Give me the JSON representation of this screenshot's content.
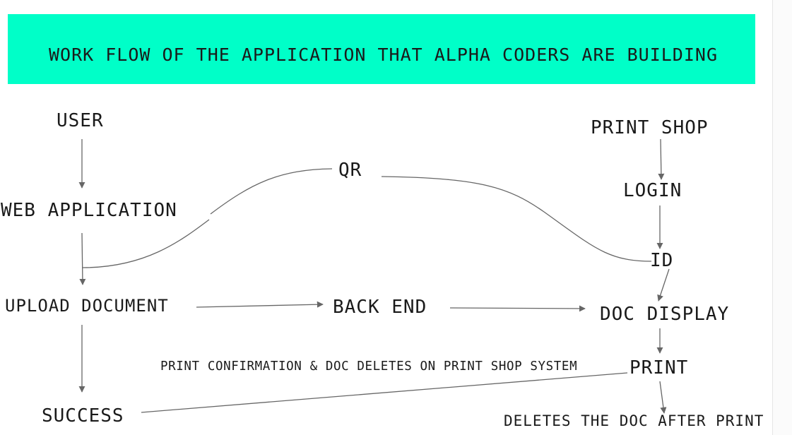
{
  "title": "WORK FLOW OF THE APPLICATION THAT ALPHA CODERS ARE BUILDING",
  "colors": {
    "banner": "#00ffc8",
    "edge": "#666666",
    "text": "#1a1a1a"
  },
  "nodes": {
    "user": "USER",
    "web_application": "WEB APPLICATION",
    "upload_document": "UPLOAD DOCUMENT",
    "success": "SUCCESS",
    "qr": "QR",
    "back_end": "BACK END",
    "print_shop": "PRINT SHOP",
    "login": "LOGIN",
    "id": "ID",
    "doc_display": "DOC DISPLAY",
    "print": "PRINT",
    "deletes_after_print": "DELETES THE DOC AFTER PRINT",
    "print_confirmation": "PRINT CONFIRMATION & DOC DELETES ON PRINT SHOP SYSTEM"
  },
  "edges": [
    {
      "from": "USER",
      "to": "WEB APPLICATION",
      "arrow": true
    },
    {
      "from": "WEB APPLICATION",
      "to": "UPLOAD DOCUMENT",
      "arrow": true
    },
    {
      "from": "UPLOAD DOCUMENT",
      "to": "SUCCESS",
      "arrow": true
    },
    {
      "from": "UPLOAD DOCUMENT",
      "to": "BACK END",
      "arrow": true
    },
    {
      "from": "BACK END",
      "to": "DOC DISPLAY",
      "arrow": true
    },
    {
      "from": "WEB APPLICATION",
      "to": "QR",
      "arrow": false
    },
    {
      "from": "QR",
      "to": "ID",
      "arrow": false
    },
    {
      "from": "PRINT SHOP",
      "to": "LOGIN",
      "arrow": true
    },
    {
      "from": "LOGIN",
      "to": "ID",
      "arrow": true
    },
    {
      "from": "ID",
      "to": "DOC DISPLAY",
      "arrow": true
    },
    {
      "from": "DOC DISPLAY",
      "to": "PRINT",
      "arrow": true
    },
    {
      "from": "PRINT",
      "to": "DELETES THE DOC AFTER PRINT",
      "arrow": true
    },
    {
      "from": "PRINT",
      "to": "SUCCESS",
      "arrow": false
    }
  ]
}
